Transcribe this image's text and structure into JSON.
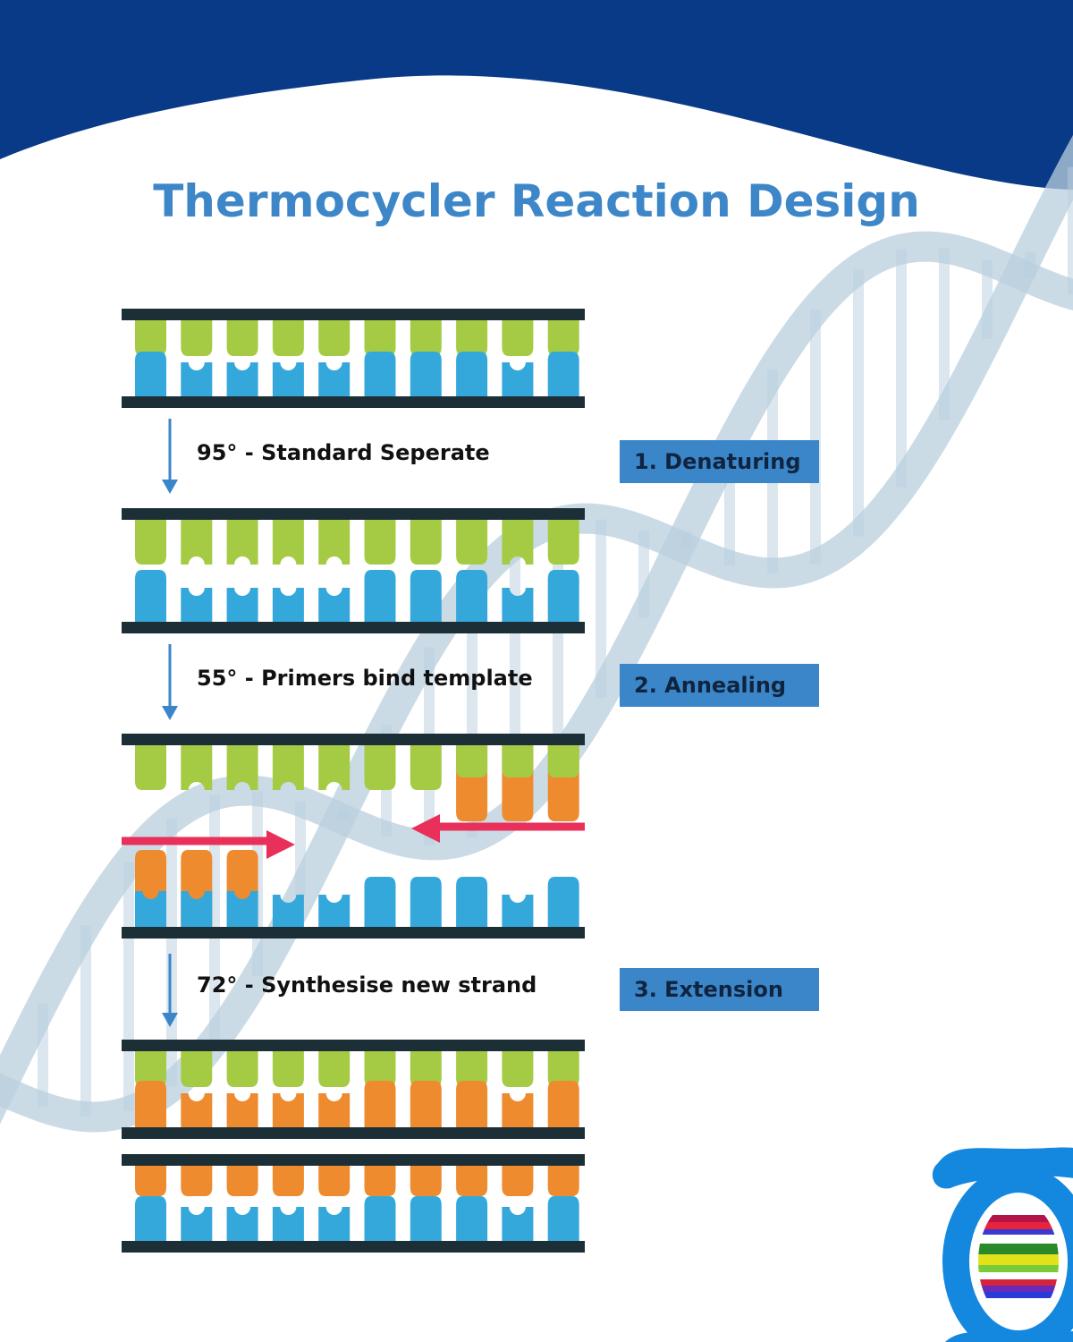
{
  "title": "Thermocycler Reaction Design",
  "colors": {
    "header_band": "#083a88",
    "title": "#3d86c8",
    "rail": "#1c2e36",
    "green": "#a5cb45",
    "blue": "#35a8db",
    "orange": "#ee8b2f",
    "primer_arrow": "#e8305a",
    "step_label_bg": "#3b86c9",
    "flow_arrow": "#3b86c9",
    "helix": "#b9cfde"
  },
  "steps": [
    {
      "condition": "95° - Standard Seperate",
      "label": "1. Denaturing"
    },
    {
      "condition": "55° - Primers bind template",
      "label": "2. Annealing"
    },
    {
      "condition": "72° - Synthesise new strand",
      "label": "3. Extension"
    }
  ],
  "diagram": {
    "stages": [
      {
        "name": "double-strand-template",
        "top_strand": [
          "green",
          "green",
          "green",
          "green",
          "green",
          "green",
          "green",
          "green",
          "green",
          "green"
        ],
        "bottom_strand": [
          "blue",
          "blue",
          "blue",
          "blue",
          "blue",
          "blue",
          "blue",
          "blue",
          "blue",
          "blue"
        ]
      },
      {
        "name": "separated-strands",
        "top_strand": [
          "green",
          "green",
          "green",
          "green",
          "green",
          "green",
          "green",
          "green",
          "green",
          "green"
        ],
        "bottom_strand": [
          "blue",
          "blue",
          "blue",
          "blue",
          "blue",
          "blue",
          "blue",
          "blue",
          "blue",
          "blue"
        ]
      },
      {
        "name": "primer-annealing",
        "top_strand": [
          "green",
          "green",
          "green",
          "green",
          "green",
          "green",
          "green",
          "green",
          "green",
          "green"
        ],
        "top_primer": [
          "none",
          "none",
          "none",
          "none",
          "none",
          "none",
          "none",
          "orange",
          "orange",
          "orange"
        ],
        "bottom_primer": [
          "orange",
          "orange",
          "orange",
          "none",
          "none",
          "none",
          "none",
          "none",
          "none",
          "none"
        ],
        "bottom_strand": [
          "blue",
          "blue",
          "blue",
          "blue",
          "blue",
          "blue",
          "blue",
          "blue",
          "blue",
          "blue"
        ]
      },
      {
        "name": "extended-copies",
        "top_strand": [
          "green",
          "green",
          "green",
          "green",
          "green",
          "green",
          "green",
          "green",
          "green",
          "green"
        ],
        "new_strands": [
          "orange",
          "orange",
          "orange",
          "orange",
          "orange",
          "orange",
          "orange",
          "orange",
          "orange",
          "orange"
        ],
        "bottom_strand": [
          "blue",
          "blue",
          "blue",
          "blue",
          "blue",
          "blue",
          "blue",
          "blue",
          "blue",
          "blue"
        ]
      }
    ],
    "primer_arrows": [
      "right",
      "left"
    ]
  },
  "logo": {
    "icon": "dna-lab-logo-icon"
  }
}
